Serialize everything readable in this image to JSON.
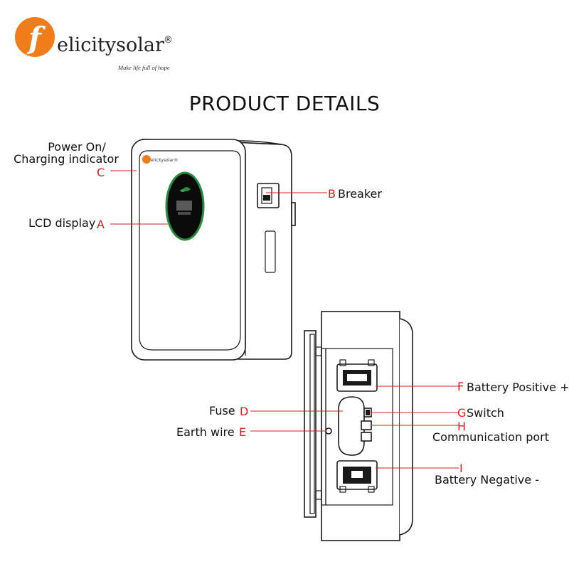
{
  "brand": {
    "logo_letter": "f",
    "name": "elicitysolar",
    "registered": "®",
    "tagline": "Make life full of hope",
    "device_logo": "elicitysolar®",
    "orange": "#f07d1a",
    "green": "#2a8a3e"
  },
  "title": "PRODUCT DETAILS",
  "callouts": {
    "c": {
      "letter": "C",
      "line1": "Power On/",
      "line2": "Charging indicator"
    },
    "a": {
      "letter": "A",
      "text": "LCD display"
    },
    "b": {
      "letter": "B",
      "text": "Breaker"
    },
    "d": {
      "letter": "D",
      "text": "Fuse"
    },
    "e": {
      "letter": "E",
      "text": "Earth wire"
    },
    "f": {
      "letter": "F",
      "text": "Battery Positive +"
    },
    "g": {
      "letter": "G",
      "text": "Switch"
    },
    "h": {
      "letter": "H",
      "text": "Communication port"
    },
    "i": {
      "letter": "I",
      "text": "Battery Negative -"
    }
  },
  "colors": {
    "callout_red": "#d22020",
    "outline": "#1a1a1a"
  }
}
